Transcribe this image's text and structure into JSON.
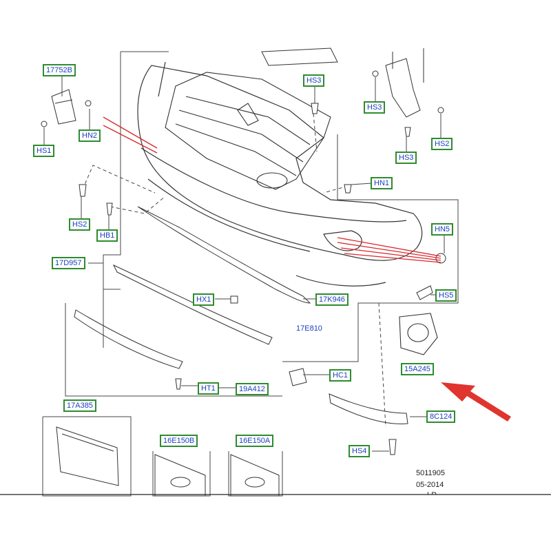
{
  "labels": {
    "p17752B": "17752B",
    "pHN2": "HN2",
    "pHS1": "HS1",
    "pHS3a": "HS3",
    "pHS3b": "HS3",
    "pHS3c": "HS3",
    "pHS2a": "HS2",
    "pHS2b": "HS2",
    "pHN1": "HN1",
    "pHB1": "HB1",
    "pHN5": "HN5",
    "pHS5": "HS5",
    "p17D957": "17D957",
    "pHX1": "HX1",
    "p17K946": "17K946",
    "p17E810": "17E810",
    "p15A245": "15A245",
    "pHC1": "HC1",
    "pHT1": "HT1",
    "p19A412": "19A412",
    "p8C124": "8C124",
    "p17A385": "17A385",
    "p16E150B": "16E150B",
    "p16E150A": "16E150A",
    "pHS4": "HS4"
  },
  "reference": {
    "number": "5011905",
    "date": "05-2014",
    "code": "LR"
  },
  "colors": {
    "callout_border": "#2e8b2e",
    "callout_text": "#1a3fbf",
    "highlight_line": "#d9262b",
    "arrow": "#e0342f",
    "line_art": "#333333"
  }
}
